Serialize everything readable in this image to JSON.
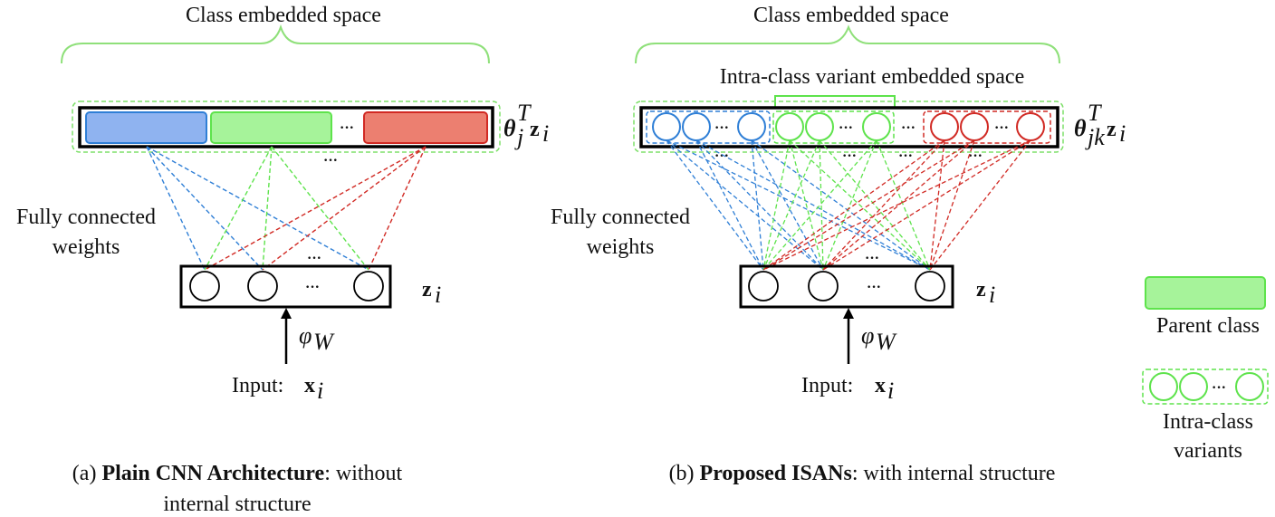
{
  "colors": {
    "blue_fill": "#8fb3f0",
    "blue_stroke": "#2f7fd6",
    "green_fill": "#a6f39a",
    "green_stroke": "#5ee34c",
    "red_fill": "#ec7f70",
    "red_stroke": "#d12a24",
    "brace": "#8fe07a",
    "outline": "#000000"
  },
  "left": {
    "top_label": "Class embedded space",
    "weights_label_line1": "Fully connected",
    "weights_label_line2": "weights",
    "theta_label": "θ",
    "theta_sup": "T",
    "theta_sub": "j",
    "theta_z": "z",
    "theta_zi": "i",
    "z_label": "z",
    "z_sub": "i",
    "phi_label": "φ",
    "phi_sub": "W",
    "input_prefix": "Input: ",
    "input_var": "x",
    "input_sub": "i",
    "caption_prefix": "(a) ",
    "caption_bold": "Plain CNN Architecture",
    "caption_rest": ": without",
    "caption_line2": "internal structure",
    "ellipsis": "···"
  },
  "right": {
    "top_label": "Class embedded space",
    "variant_label": "Intra-class variant embedded space",
    "weights_label_line1": "Fully connected",
    "weights_label_line2": "weights",
    "theta_label": "θ",
    "theta_sup": "T",
    "theta_sub": "jk",
    "theta_z": "z",
    "theta_zi": "i",
    "z_label": "z",
    "z_sub": "i",
    "phi_label": "φ",
    "phi_sub": "W",
    "input_prefix": "Input: ",
    "input_var": "x",
    "input_sub": "i",
    "caption_prefix": "(b) ",
    "caption_bold": "Proposed ISANs",
    "caption_rest": ": with internal structure",
    "ellipsis": "···"
  },
  "legend": {
    "parent_label": "Parent class",
    "variants_line1": "Intra-class",
    "variants_line2": "variants",
    "ellipsis": "···"
  }
}
